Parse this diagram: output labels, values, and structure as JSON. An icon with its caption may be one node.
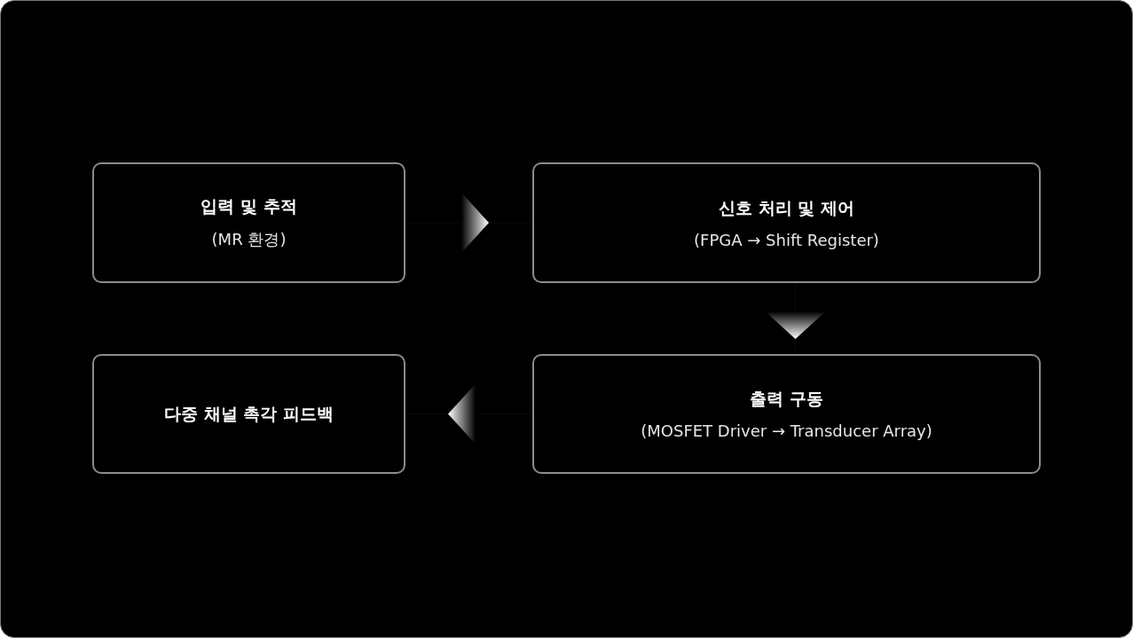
{
  "diagram": {
    "nodes": [
      {
        "text": [
          "입력 및 추적",
          "(MR 환경)"
        ]
      },
      {
        "text": [
          "신호 처리 및 제어",
          "(FPGA → Shift Register)"
        ]
      },
      {
        "text": [
          "출력 구동",
          "(MOSFET Driver → Transducer Array)"
        ]
      },
      {
        "text": [
          "다중 채널 촉각 피드백"
        ]
      }
    ],
    "edges": [
      {
        "from": 0,
        "to": 1,
        "arrow": "to"
      },
      {
        "from": 1,
        "to": 2,
        "arrow": "to"
      },
      {
        "from": 2,
        "to": 3,
        "arrow": "to"
      }
    ]
  }
}
